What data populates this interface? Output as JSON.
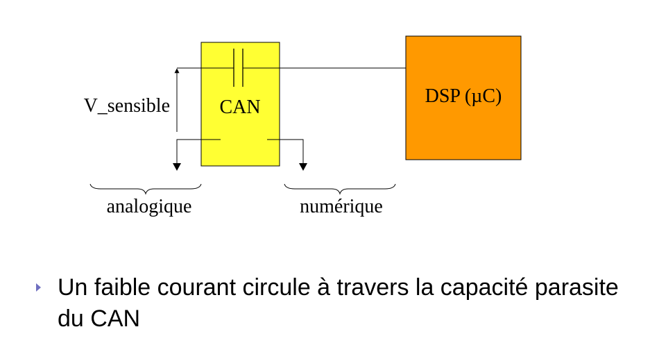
{
  "diagram": {
    "can_label": "CAN",
    "dsp_label": "DSP (µC)",
    "v_sensible_label": "V_sensible",
    "analog_label": "analogique",
    "digital_label": "numérique",
    "colors": {
      "can_fill": "#ffff33",
      "dsp_fill": "#ff9900",
      "bullet": "#6f6fc0"
    }
  },
  "bullet": {
    "text": "Un faible courant circule à travers la capacité parasite du CAN"
  }
}
